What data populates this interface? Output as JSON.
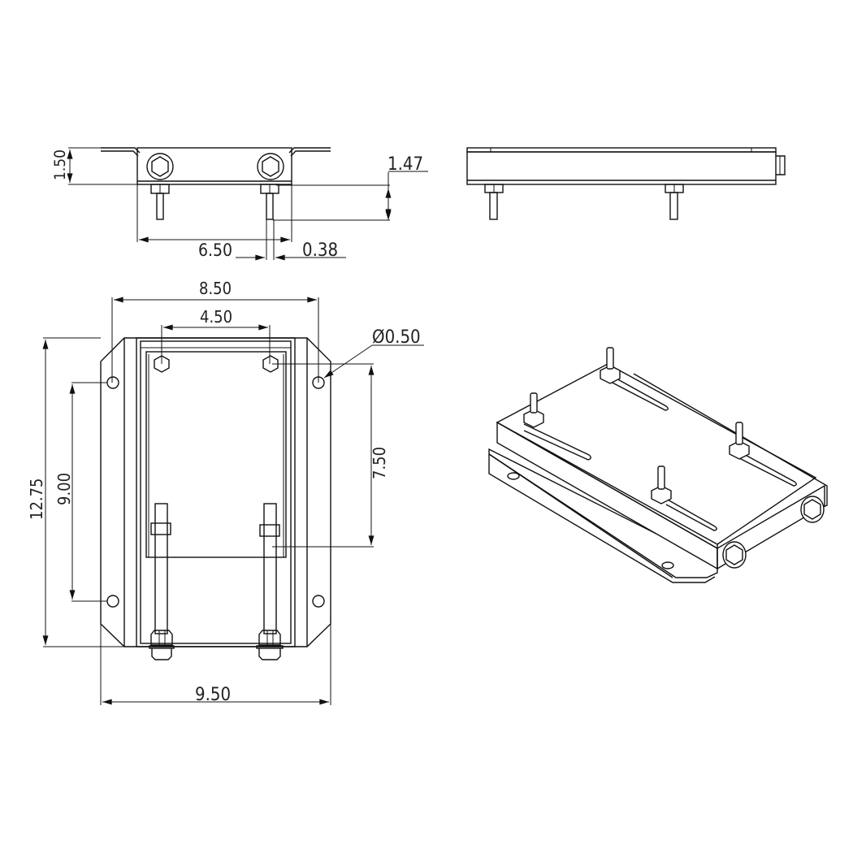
{
  "drawing": {
    "title": "Adjustable motor base plate - technical drawing",
    "views": [
      "front-view",
      "side-view",
      "top-view",
      "isometric-view"
    ]
  },
  "front_view": {
    "dims": {
      "height": "1.50",
      "stud_projection": "1.47",
      "width": "6.50",
      "stud_diameter": "0.38"
    }
  },
  "top_view": {
    "dims": {
      "overall_hole_spacing_x": "8.50",
      "stud_spacing_x": "4.50",
      "hole_diameter": "Ø0.50",
      "slot_travel": "7.50",
      "overall_length": "12.75",
      "hole_spacing_y": "9.00",
      "overall_width": "9.50"
    }
  },
  "colors": {
    "line": "#111111",
    "background": "#ffffff"
  }
}
